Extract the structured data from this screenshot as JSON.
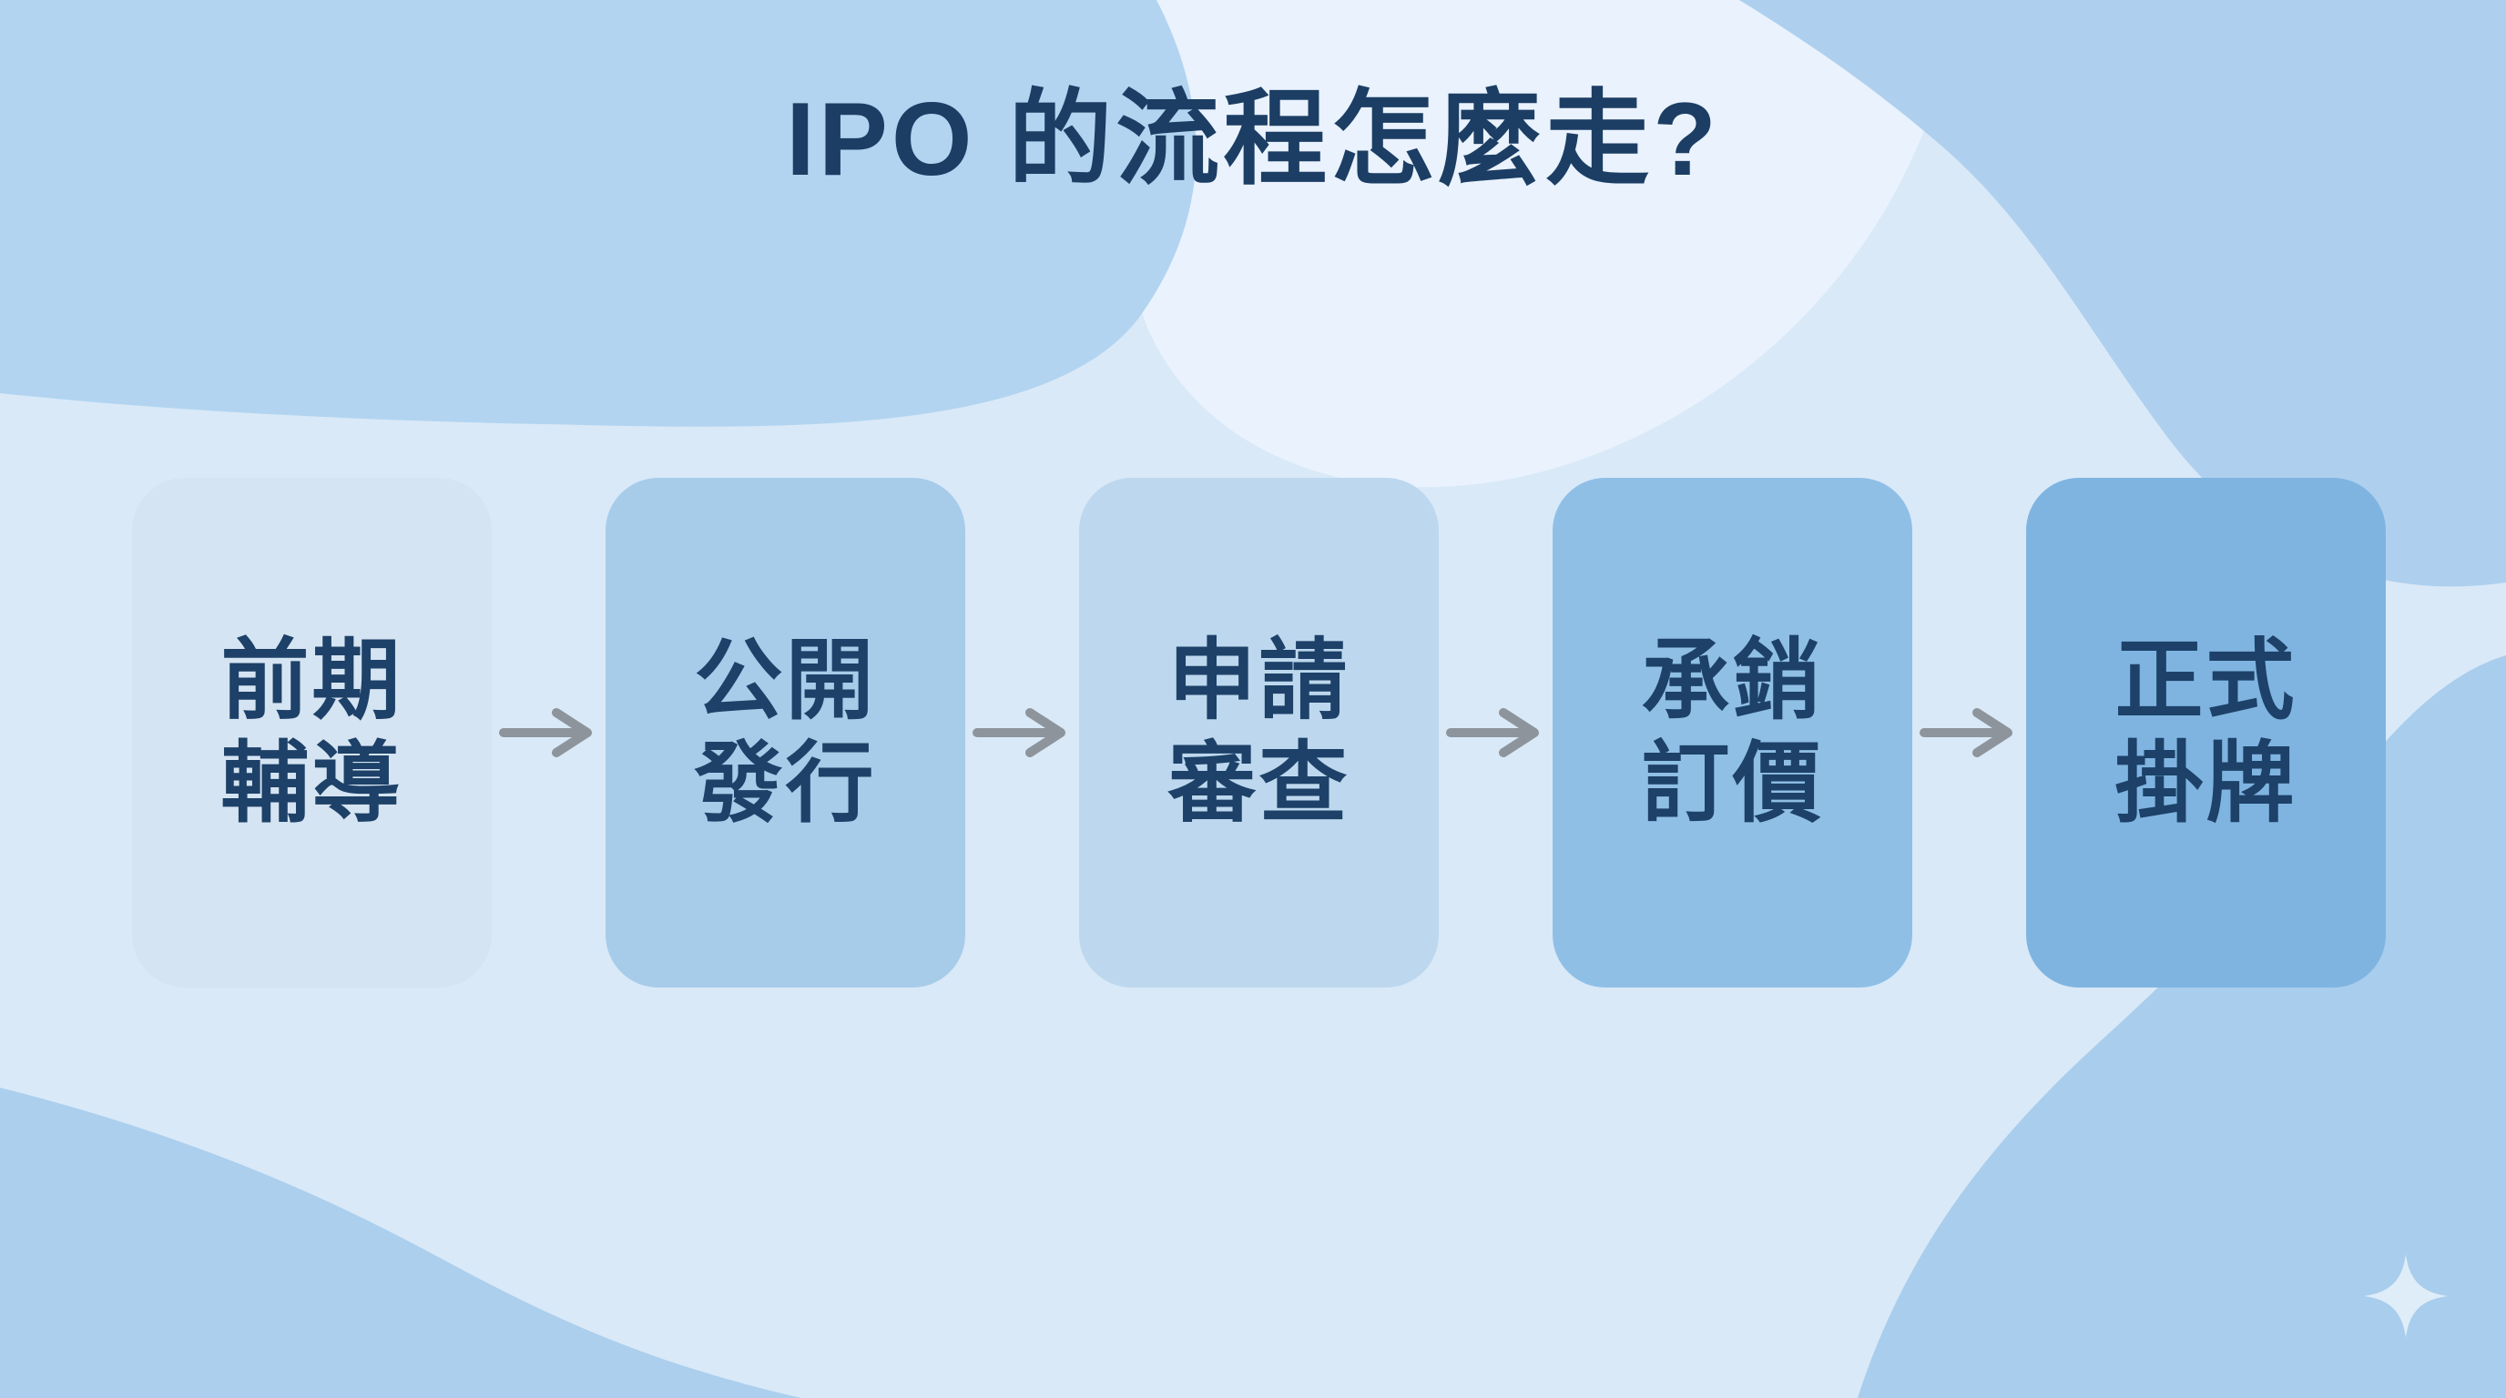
{
  "title": "IPO 的流程怎麼走?",
  "steps": [
    {
      "line1": "前期",
      "line2": "輔導",
      "color": "#d5e4f2"
    },
    {
      "line1": "公開",
      "line2": "發行",
      "color": "#a7cce9"
    },
    {
      "line1": "申請",
      "line2": "審查",
      "color": "#bdd8ee"
    },
    {
      "line1": "承銷",
      "line2": "訂價",
      "color": "#90bfe6"
    },
    {
      "line1": "正式",
      "line2": "掛牌",
      "color": "#7fb4e1"
    }
  ],
  "icons": {
    "arrow": "arrow-right-icon",
    "sparkle": "sparkle-icon"
  },
  "colors": {
    "background_base": "#d9e9f8",
    "background_blob_top_left": "#b2d4f0",
    "background_blob_top_right": "#aed0ee",
    "background_blob_bottom_left": "#abcfed",
    "background_blob_bottom_right": "#a9cdec",
    "background_highlight": "#e9f2fd",
    "title_text": "#1c3e64",
    "step_text": "#1d4168",
    "arrow": "#8d949c",
    "sparkle": "#dfedf9"
  }
}
